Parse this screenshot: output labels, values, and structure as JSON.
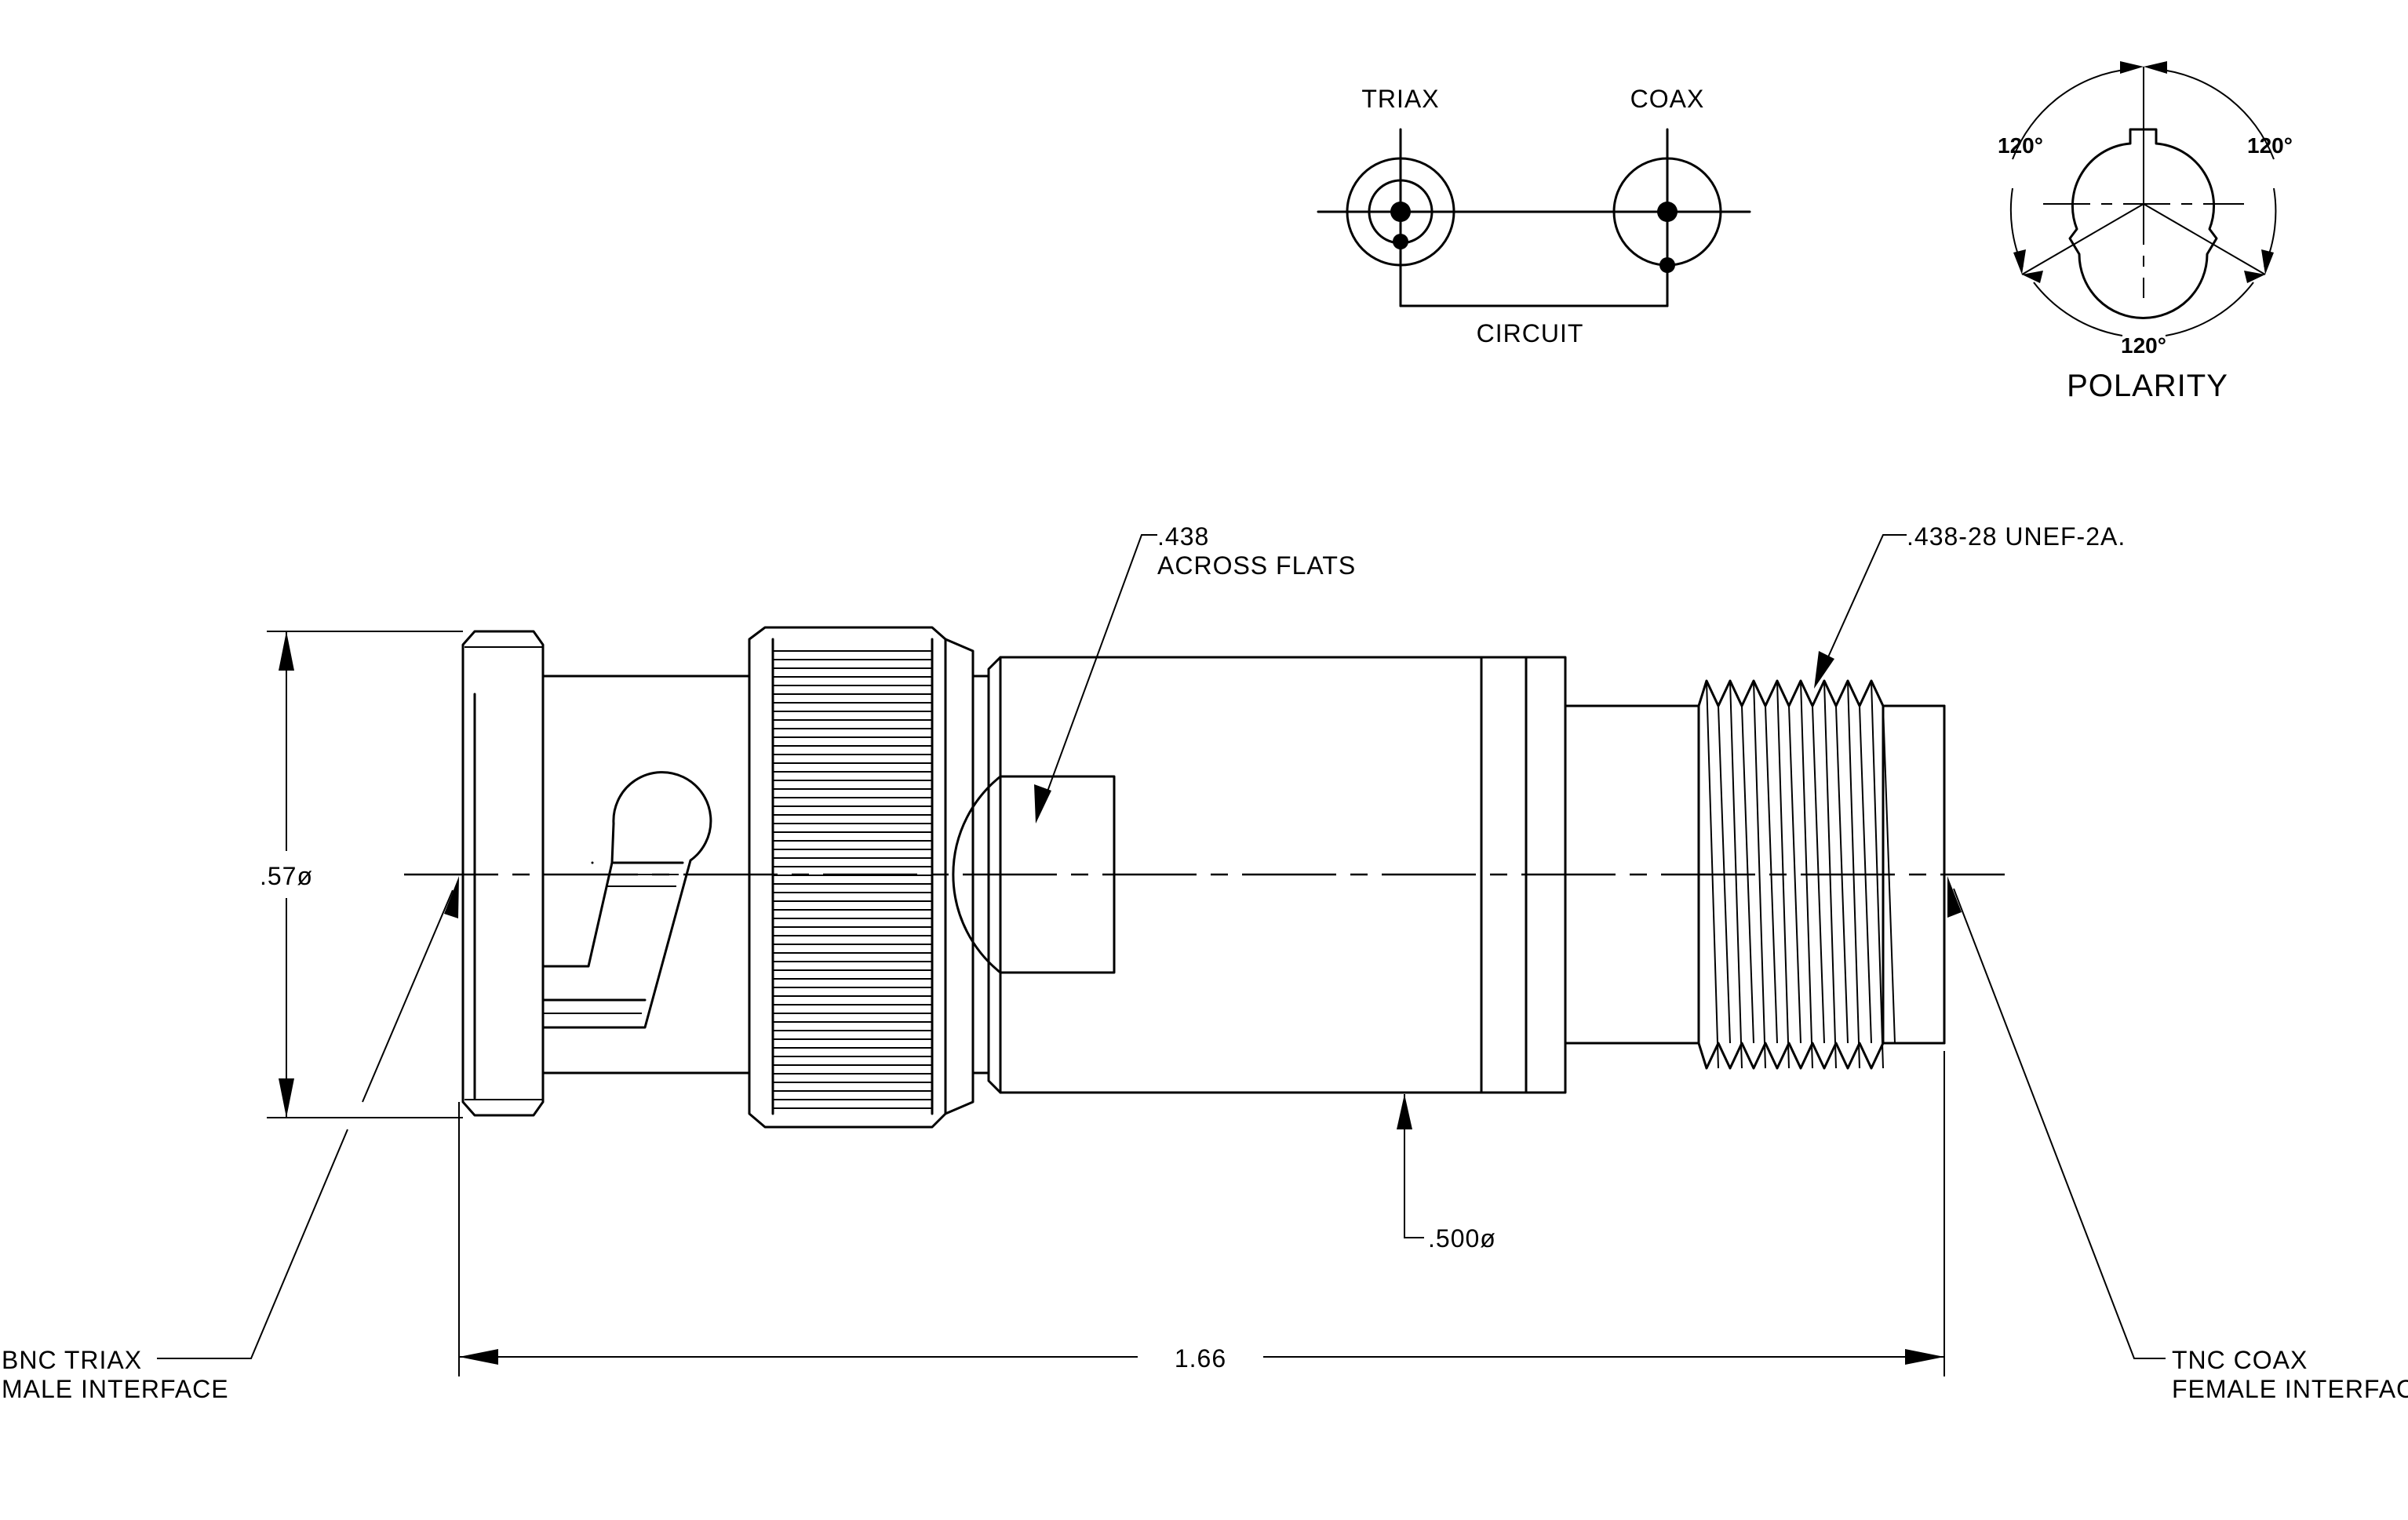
{
  "circuit": {
    "triax_label": "TRIAX",
    "coax_label": "COAX",
    "circuit_label": "CIRCUIT"
  },
  "polarity": {
    "title": "POLARITY",
    "angle_top_left": "120°",
    "angle_top_right": "120°",
    "angle_bottom": "120°"
  },
  "callouts": {
    "flats_line1": ".438",
    "flats_line2": "ACROSS FLATS",
    "thread": ".438-28 UNEF-2A.",
    "body_dia": ".500ø",
    "overall_dia": ".57ø",
    "overall_length": "1.66",
    "left_interface_line1": "BNC TRIAX",
    "left_interface_line2": "MALE INTERFACE",
    "right_interface_line1": "TNC COAX",
    "right_interface_line2": "FEMALE INTERFACE"
  }
}
